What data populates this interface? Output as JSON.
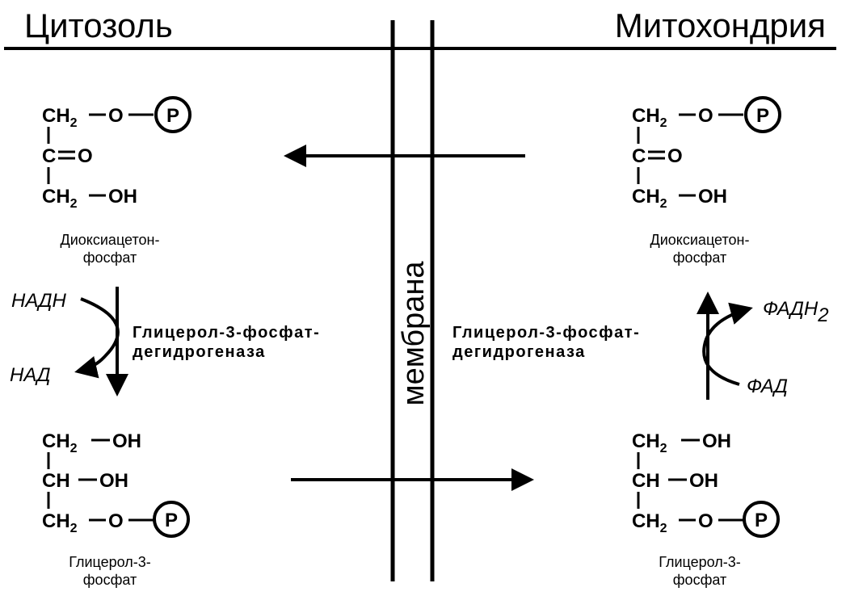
{
  "headers": {
    "cytosol": "Цитозоль",
    "mitochondria": "Митохондрия"
  },
  "membrane": {
    "label": "мембрана"
  },
  "formula": {
    "ch2": "CH",
    "two": "2",
    "o": "O",
    "c": "C",
    "ch": "CH",
    "oh": "OH",
    "phosphate_symbol": "P"
  },
  "captions": {
    "dhap_line1": "Диоксиацетон-",
    "dhap_line2": "фосфат",
    "g3p_line1": "Глицерол-3-",
    "g3p_line2": "фосфат"
  },
  "enzyme": {
    "line1": "Глицерол-3-фосфат-",
    "line2": "дегидрогеназа"
  },
  "cofactors": {
    "nadh": "НАДН",
    "nad": "НАД",
    "fadh2": "ФАДН",
    "fadh2_sub": "2",
    "fad": "ФАД"
  },
  "colors": {
    "ink": "#000000",
    "background": "#ffffff"
  }
}
